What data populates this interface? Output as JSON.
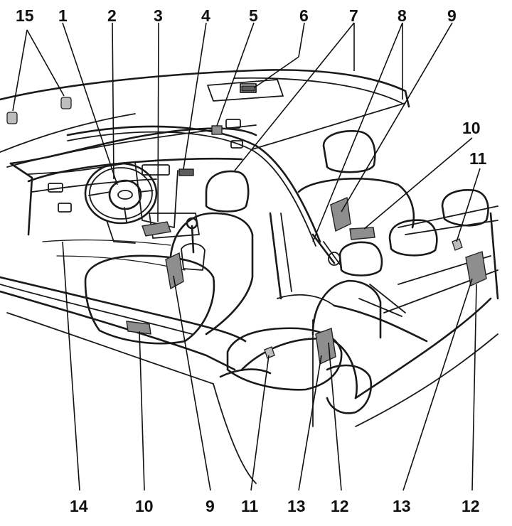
{
  "diagram": {
    "callouts": {
      "top": [
        "15",
        "1",
        "2",
        "3",
        "4",
        "5",
        "6",
        "7",
        "8",
        "9"
      ],
      "right": [
        "10",
        "11"
      ],
      "bottom": [
        "14",
        "10",
        "9",
        "11",
        "13",
        "12",
        "13",
        "12"
      ]
    }
  }
}
